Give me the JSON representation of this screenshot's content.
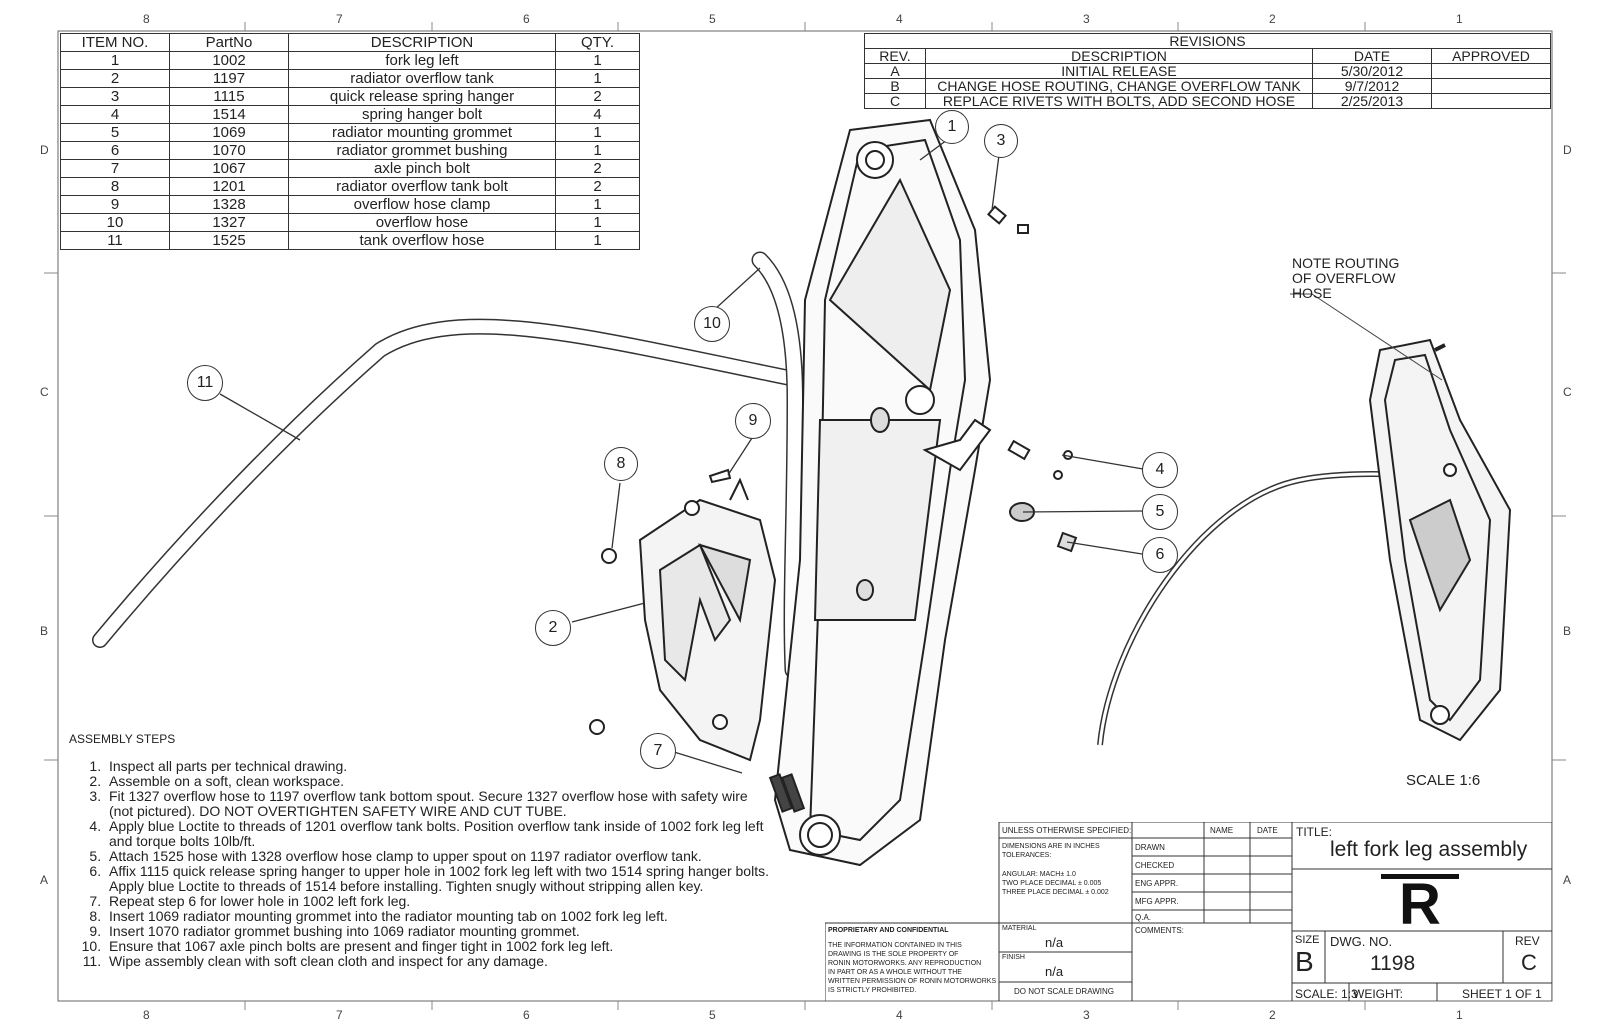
{
  "zones": {
    "top": [
      "8",
      "7",
      "6",
      "5",
      "4",
      "3",
      "2",
      "1"
    ],
    "bottom": [
      "8",
      "7",
      "6",
      "5",
      "4",
      "3",
      "2",
      "1"
    ],
    "left": [
      "D",
      "C",
      "B",
      "A"
    ],
    "right": [
      "D",
      "C",
      "B",
      "A"
    ]
  },
  "bom": {
    "headers": [
      "ITEM NO.",
      "PartNo",
      "DESCRIPTION",
      "QTY."
    ],
    "rows": [
      [
        "1",
        "1002",
        "fork leg left",
        "1"
      ],
      [
        "2",
        "1197",
        "radiator overflow tank",
        "1"
      ],
      [
        "3",
        "1115",
        "quick release spring hanger",
        "2"
      ],
      [
        "4",
        "1514",
        "spring hanger bolt",
        "4"
      ],
      [
        "5",
        "1069",
        "radiator mounting grommet",
        "1"
      ],
      [
        "6",
        "1070",
        "radiator grommet bushing",
        "1"
      ],
      [
        "7",
        "1067",
        "axle pinch bolt",
        "2"
      ],
      [
        "8",
        "1201",
        "radiator overflow tank bolt",
        "2"
      ],
      [
        "9",
        "1328",
        "overflow hose clamp",
        "1"
      ],
      [
        "10",
        "1327",
        "overflow hose",
        "1"
      ],
      [
        "11",
        "1525",
        "tank overflow hose",
        "1"
      ]
    ]
  },
  "revisions": {
    "title": "REVISIONS",
    "headers": [
      "REV.",
      "DESCRIPTION",
      "DATE",
      "APPROVED"
    ],
    "rows": [
      [
        "A",
        "INITIAL RELEASE",
        "5/30/2012",
        ""
      ],
      [
        "B",
        "CHANGE HOSE ROUTING, CHANGE OVERFLOW TANK",
        "9/7/2012",
        ""
      ],
      [
        "C",
        "REPLACE RIVETS WITH BOLTS, ADD SECOND HOSE",
        "2/25/2013",
        ""
      ]
    ]
  },
  "balloons": [
    "1",
    "2",
    "3",
    "4",
    "5",
    "6",
    "7",
    "8",
    "9",
    "10",
    "11"
  ],
  "note": [
    "NOTE ROUTING",
    "OF OVERFLOW",
    "HOSE"
  ],
  "scale_view": "SCALE 1:6",
  "assembly": {
    "heading": "ASSEMBLY STEPS",
    "steps": [
      "Inspect all parts per technical drawing.",
      "Assemble on a soft, clean workspace.",
      "Fit 1327 overflow hose to 1197 overflow tank bottom spout. Secure 1327 overflow hose with safety wire (not pictured).  DO NOT OVERTIGHTEN SAFETY WIRE AND CUT TUBE.",
      "Apply blue Loctite to threads of 1201 overflow tank bolts. Position overflow tank inside of 1002 fork leg left and torque bolts 10lb/ft.",
      "Attach 1525 hose with 1328 overflow hose clamp to upper spout on 1197 radiator overflow tank.",
      "Affix 1115 quick release spring hanger to upper hole in 1002 fork leg left with two 1514 spring hanger bolts. Apply blue Loctite to threads of 1514 before installing.  Tighten snugly without stripping allen key.",
      "Repeat step 6 for lower hole in 1002 left fork leg.",
      "Insert 1069 radiator mounting grommet into the radiator mounting tab on 1002 fork leg left.",
      "Insert 1070 radiator grommet bushing into 1069 radiator mounting grommet.",
      "Ensure that 1067 axle pinch bolts are present and finger tight in 1002 fork leg left.",
      "Wipe assembly clean with soft clean cloth and inspect for any damage."
    ]
  },
  "title_block": {
    "unless": "UNLESS OTHERWISE SPECIFIED:",
    "name": "NAME",
    "date": "DATE",
    "dims": [
      "DIMENSIONS ARE IN INCHES",
      "TOLERANCES:"
    ],
    "tols": [
      "ANGULAR: MACH± 1.0",
      "TWO PLACE DECIMAL    ± 0.005",
      "THREE PLACE DECIMAL   ± 0.002"
    ],
    "roles": [
      "DRAWN",
      "CHECKED",
      "ENG APPR.",
      "MFG APPR.",
      "Q.A.",
      "COMMENTS:"
    ],
    "prop_title": "PROPRIETARY AND CONFIDENTIAL",
    "prop_text": [
      "THE INFORMATION CONTAINED IN THIS",
      "DRAWING IS THE SOLE PROPERTY OF",
      "RONIN MOTORWORKS.  ANY REPRODUCTION",
      "IN PART OR AS A WHOLE WITHOUT THE",
      "WRITTEN PERMISSION OF RONIN MOTORWORKS",
      "IS STRICTLY PROHIBITED."
    ],
    "material_label": "MATERIAL",
    "material": "n/a",
    "finish_label": "FINISH",
    "finish": "n/a",
    "do_not_scale": "DO NOT SCALE DRAWING",
    "title_label": "TITLE:",
    "title": "left fork leg assembly",
    "logo": "R",
    "size_label": "SIZE",
    "size": "B",
    "dwg_label": "DWG.  NO.",
    "dwg_no": "1198",
    "rev_label": "REV",
    "rev": "C",
    "scale": "SCALE: 1:3",
    "weight": "WEIGHT:",
    "sheet": "SHEET 1 OF 1"
  }
}
